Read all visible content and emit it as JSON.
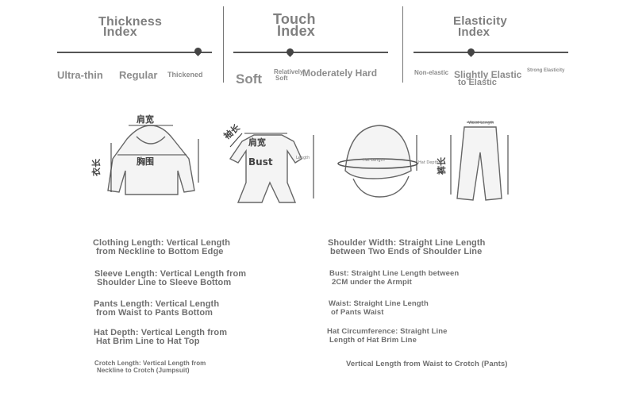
{
  "indices": {
    "thickness": {
      "title_line1": "Thickness",
      "title_line2": "Index",
      "levels": [
        "Ultra-thin",
        "Regular",
        "Thickened"
      ]
    },
    "touch": {
      "title_line1": "Touch",
      "title_line2": "Index",
      "levels": [
        "Soft",
        "Relatively",
        "Soft",
        "Moderately Hard"
      ]
    },
    "elasticity": {
      "title_line1": "Elasticity",
      "title_line2": "Index",
      "levels": [
        "Non-elastic",
        "Slightly Elastic",
        "to Elastic",
        "Strong Elasticity"
      ]
    }
  },
  "diagram_labels": {
    "shoulder": "肩宽",
    "chest": "胸围",
    "clothing_length": "衣长",
    "sleeve": "袖长",
    "bust": "Bust",
    "length_small": "Length",
    "hat_length": "Hat Length",
    "hat_depth": "Hat Depth",
    "pants_length": "裤长",
    "waist_small": "Waist Length"
  },
  "definitions": {
    "clothing_length": [
      "Clothing Length: Vertical Length",
      "from Neckline to Bottom Edge"
    ],
    "sleeve_length": [
      "Sleeve Length: Vertical Length from",
      "Shoulder Line to Sleeve Bottom"
    ],
    "pants_length": [
      "Pants Length: Vertical Length",
      "from Waist to Pants Bottom"
    ],
    "hat_depth": [
      "Hat Depth: Vertical Length from",
      "Hat Brim Line to Hat Top"
    ],
    "crotch_length": [
      "Crotch Length: Vertical Length from",
      "Neckline to Crotch (Jumpsuit)"
    ],
    "shoulder_width": [
      "Shoulder Width: Straight Line Length",
      "between Two Ends of Shoulder Line"
    ],
    "bust": [
      "Bust: Straight Line Length between",
      "2CM under the Armpit"
    ],
    "waist": [
      "Waist: Straight Line Length",
      "of Pants Waist"
    ],
    "hat_circumference": [
      "Hat Circumference: Straight Line",
      "Length of Hat Brim Line"
    ],
    "crotch_pants": [
      "Vertical Length from Waist to Crotch (Pants)"
    ]
  },
  "colors": {
    "text": "#7f7f7f",
    "line": "#555555",
    "pin": "#444444"
  }
}
